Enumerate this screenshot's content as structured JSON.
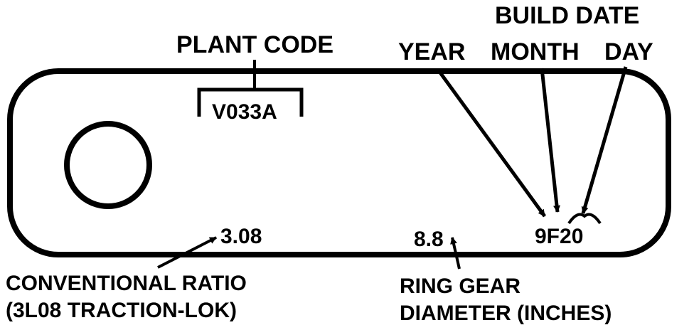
{
  "labels": {
    "plant_code": "PLANT CODE",
    "plant_code_value": "V033A",
    "build_date": "BUILD DATE",
    "year": "YEAR",
    "month": "MONTH",
    "day": "DAY",
    "build_code": "9F20",
    "ratio_value": "3.08",
    "ratio_caption_line1": "CONVENTIONAL RATIO",
    "ratio_caption_line2": "(3L08 TRACTION-LOK)",
    "ring_value": "8.8",
    "ring_caption_line1": "RING GEAR",
    "ring_caption_line2": "DIAMETER (INCHES)"
  },
  "colors": {
    "ink": "#000000",
    "paper": "#ffffff"
  }
}
